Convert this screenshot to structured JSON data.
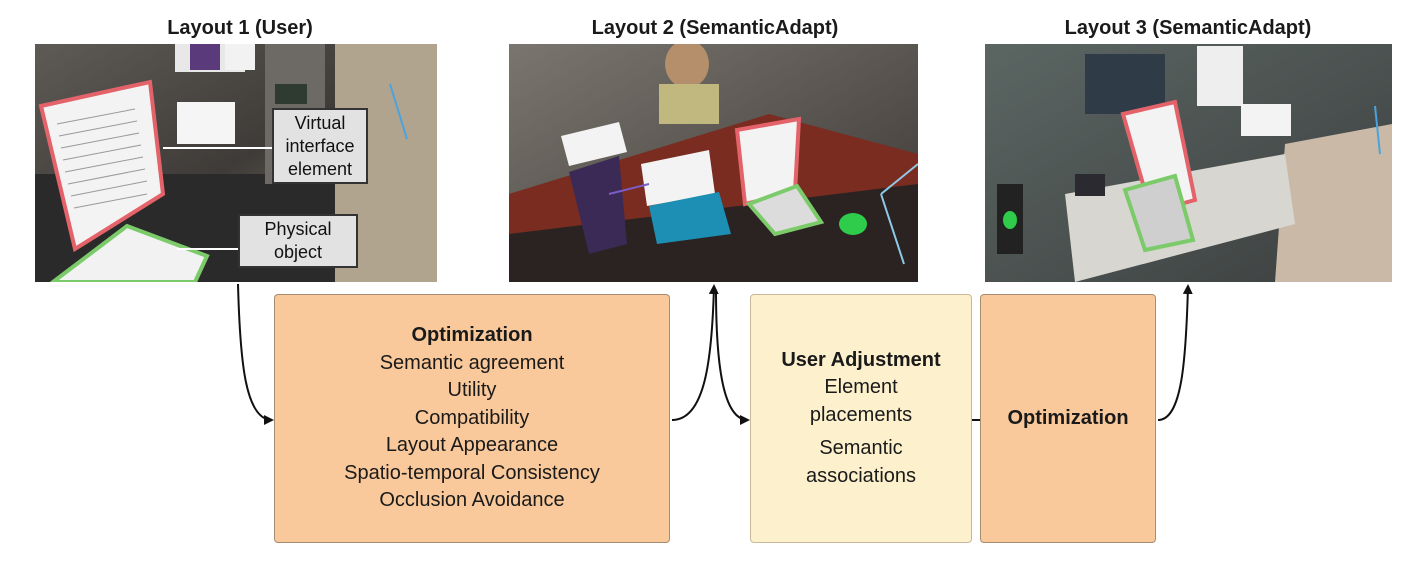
{
  "layouts": [
    {
      "title": "Layout 1 (User)"
    },
    {
      "title": "Layout 2 (SemanticAdapt)"
    },
    {
      "title": "Layout 3 (SemanticAdapt)"
    }
  ],
  "callouts": {
    "virtual": [
      "Virtual",
      "interface",
      "element"
    ],
    "physical": [
      "Physical",
      "object"
    ]
  },
  "boxes": {
    "optimization_main": {
      "title": "Optimization",
      "items": [
        "Semantic agreement",
        "Utility",
        "Compatibility",
        "Layout Appearance",
        "Spatio-temporal Consistency",
        "Occlusion Avoidance"
      ]
    },
    "user_adjustment": {
      "title": "User Adjustment",
      "items": [
        "Element",
        "placements",
        "Semantic",
        "associations"
      ]
    },
    "optimization_small": {
      "title": "Optimization"
    }
  },
  "colors": {
    "optimization_box": "#f9c99b",
    "user_adjustment_box": "#fdf0cc",
    "virtual_highlight": "#e4626a",
    "physical_highlight": "#7ccb6a",
    "arrow": "#111111"
  }
}
